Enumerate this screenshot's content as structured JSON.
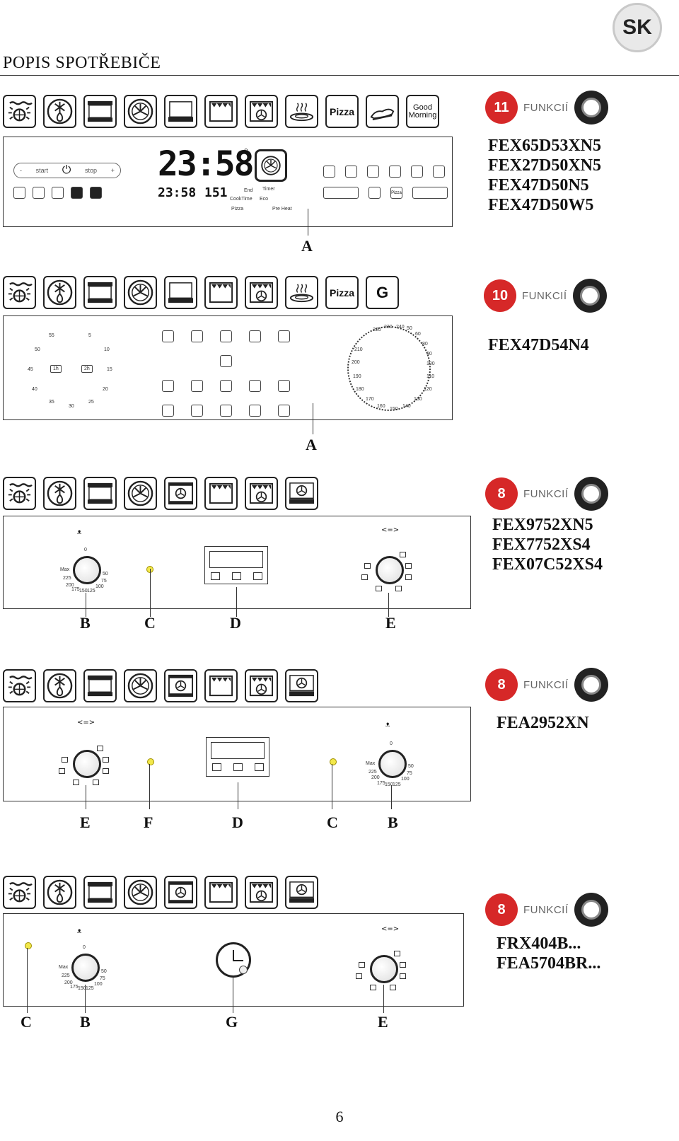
{
  "header": {
    "title": "POPIS SPOTŘEBIČE",
    "lang": "SK"
  },
  "sections": [
    {
      "functions_count": "11",
      "functions_label": "FUNKCIÍ",
      "models": [
        "FEX65D53XN5",
        "FEX27D50XN5",
        "FEX47D50N5",
        "FEX47D50W5"
      ],
      "labels": [
        "A"
      ],
      "display": {
        "clock": "23:58",
        "degree": "°",
        "small_clock": "23:58",
        "temp": "151",
        "start": "start",
        "stop": "stop",
        "minus": "-",
        "plus": "+",
        "end": "End",
        "cook_time": "CookTime",
        "timer": "Timer",
        "eco": "Eco",
        "pizza": "Pizza",
        "pre_heat": "Pre Heat",
        "pizza_icon": "Pizza"
      },
      "icons": [
        "grill-fan-icon",
        "defrost-icon",
        "top-bottom-heat-icon",
        "fan-icon",
        "bottom-heat-icon",
        "top-heat-icon",
        "top-fan-icon",
        "plate-warming-icon",
        "pizza-icon",
        "slow-cook-icon",
        "good-morning-icon"
      ],
      "icon_texts": {
        "pizza": "Pizza",
        "good_morning": "Good Morning"
      }
    },
    {
      "functions_count": "10",
      "functions_label": "FUNKCIÍ",
      "models": [
        "FEX47D54N4"
      ],
      "labels": [
        "A"
      ],
      "icons": [
        "grill-fan-icon",
        "defrost-icon",
        "top-bottom-heat-icon",
        "fan-icon",
        "bottom-heat-icon",
        "top-heat-icon",
        "top-fan-icon",
        "plate-warming-icon",
        "pizza-icon",
        "grill-g-icon"
      ],
      "icon_texts": {
        "pizza": "Pizza",
        "g": "G"
      },
      "timer_dial": [
        "55",
        "5",
        "10",
        "15",
        "20",
        "25",
        "30",
        "35",
        "40",
        "45",
        "50"
      ],
      "timer_labels": {
        "one_h": "1h",
        "two_h": "2h"
      },
      "temp_dial": [
        "220",
        "230",
        "240",
        "50",
        "60",
        "210",
        "80",
        "90",
        "200",
        "100",
        "190",
        "110",
        "180",
        "120",
        "170",
        "130",
        "160",
        "140",
        "150"
      ]
    },
    {
      "functions_count": "8",
      "functions_label": "FUNKCIÍ",
      "models": [
        "FEX9752XN5",
        "FEX7752XS4",
        "FEX07C52XS4"
      ],
      "labels": [
        "B",
        "C",
        "D",
        "E"
      ],
      "icons": [
        "grill-fan-icon",
        "defrost-icon",
        "top-bottom-heat-icon",
        "fan-icon",
        "fan-oven-icon",
        "top-heat-icon",
        "top-fan-icon",
        "fan-bottom-icon"
      ],
      "temp_scale": [
        "0",
        "Max",
        "50",
        "225",
        "75",
        "200",
        "100",
        "175",
        "150",
        "125"
      ]
    },
    {
      "functions_count": "8",
      "functions_label": "FUNKCIÍ",
      "models": [
        "FEA2952XN"
      ],
      "labels": [
        "E",
        "F",
        "D",
        "C",
        "B"
      ],
      "icons": [
        "grill-fan-icon",
        "defrost-icon",
        "top-bottom-heat-icon",
        "fan-icon",
        "fan-oven-icon",
        "top-heat-icon",
        "top-fan-icon",
        "fan-bottom-icon"
      ],
      "temp_scale": [
        "0",
        "Max",
        "50",
        "225",
        "75",
        "200",
        "100",
        "175",
        "150",
        "125"
      ]
    },
    {
      "functions_count": "8",
      "functions_label": "FUNKCIÍ",
      "models": [
        "FRX404B...",
        "FEA5704BR..."
      ],
      "labels": [
        "C",
        "B",
        "G",
        "E"
      ],
      "icons": [
        "grill-fan-icon",
        "defrost-icon",
        "top-bottom-heat-icon",
        "fan-icon",
        "fan-oven-icon",
        "top-heat-icon",
        "top-fan-icon",
        "fan-bottom-icon"
      ],
      "temp_scale": [
        "0",
        "Max",
        "50",
        "225",
        "75",
        "200",
        "100",
        "175",
        "150",
        "125"
      ]
    }
  ],
  "page_number": "6",
  "colors": {
    "accent": "#d62828",
    "lamp": "#f2e84b"
  }
}
